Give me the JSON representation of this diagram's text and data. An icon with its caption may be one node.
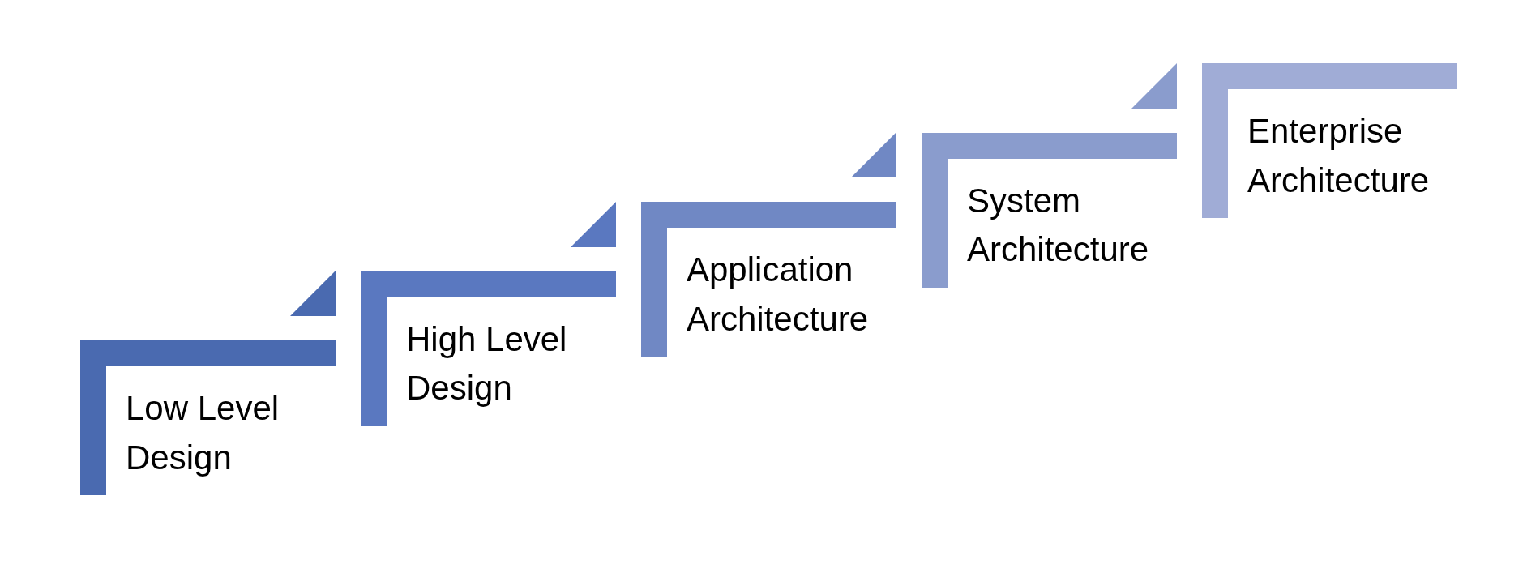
{
  "diagram": {
    "nodes": [
      {
        "text": [
          "Low Level Design"
        ]
      },
      {
        "text": [
          "High Level Design"
        ]
      },
      {
        "text": [
          "Application Architecture"
        ]
      },
      {
        "text": [
          "System Architecture"
        ]
      },
      {
        "text": [
          "Enterprise Architecture"
        ]
      }
    ]
  }
}
